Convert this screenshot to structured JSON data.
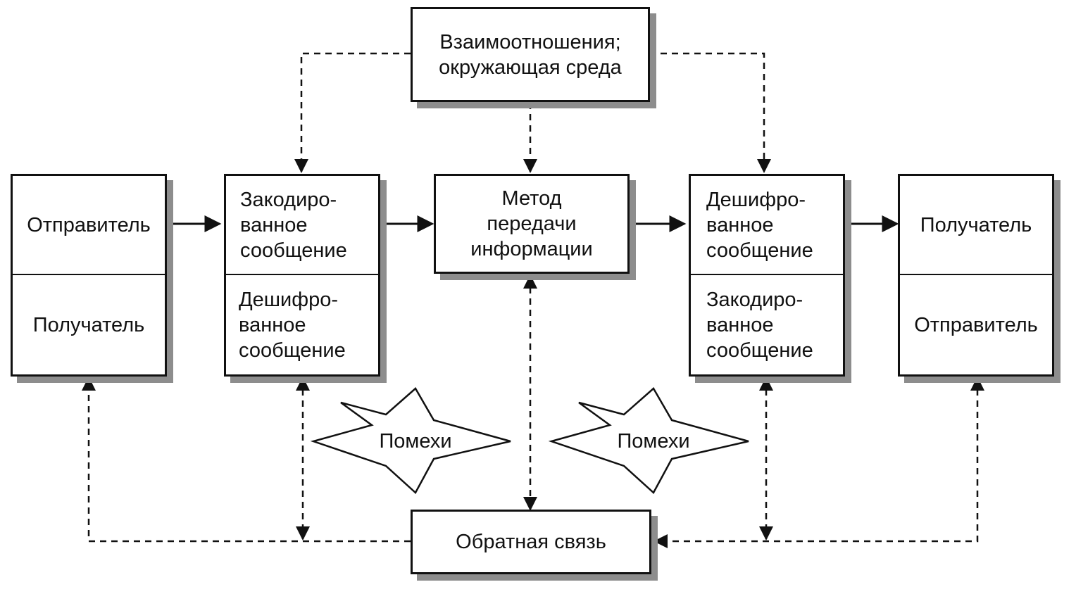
{
  "environment": {
    "line1": "Взаимоотношения;",
    "line2": "окружающая среда"
  },
  "sender_box": {
    "top": "Отправитель",
    "bottom": "Получатель"
  },
  "encoded_box": {
    "top": "Закодиро-\nванное\nсообщение",
    "bottom": "Дешифро-\nванное\nсообщение"
  },
  "method_box": {
    "text": "Метод\nпередачи\nинформации"
  },
  "decoded_box": {
    "top": "Дешифро-\nванное\nсообщение",
    "bottom": "Закодиро-\nванное\nсообщение"
  },
  "receiver_box": {
    "top": "Получатель",
    "bottom": "Отправитель"
  },
  "noise": {
    "left_label": "Помехи",
    "right_label": "Помехи"
  },
  "feedback": {
    "label": "Обратная связь"
  }
}
